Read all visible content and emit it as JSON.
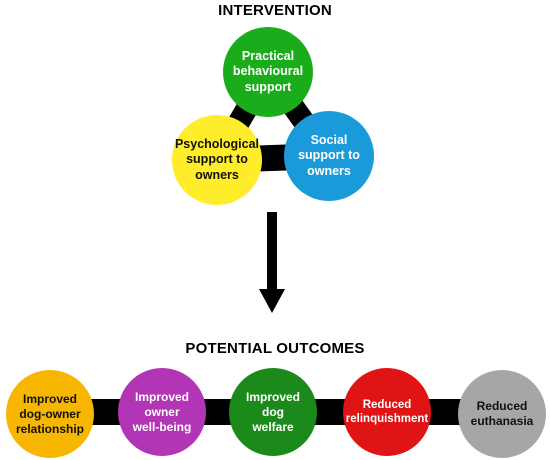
{
  "intervention": {
    "title": "INTERVENTION",
    "nodes": [
      {
        "label": "Practical\nbehavioural\nsupport",
        "color": "#1aac1a",
        "text_color": "#ffffff",
        "icon": "circle-green"
      },
      {
        "label": "Psychological\nsupport to\nowners",
        "color": "#ffec2b",
        "text_color": "#111111",
        "icon": "circle-yellow"
      },
      {
        "label": "Social\nsupport to\nowners",
        "color": "#1a9ad9",
        "text_color": "#ffffff",
        "icon": "circle-blue"
      }
    ]
  },
  "arrow": {
    "color": "#000000"
  },
  "outcomes": {
    "title": "POTENTIAL OUTCOMES",
    "nodes": [
      {
        "label": "Improved\ndog-owner\nrelationship",
        "color": "#f7b600",
        "text_color": "#111111"
      },
      {
        "label": "Improved\nowner\nwell-being",
        "color": "#b135b5",
        "text_color": "#ffffff"
      },
      {
        "label": "Improved\ndog\nwelfare",
        "color": "#1b8a1b",
        "text_color": "#ffffff"
      },
      {
        "label": "Reduced\nrelinquishment",
        "color": "#e01414",
        "text_color": "#ffffff"
      },
      {
        "label": "Reduced\neuthanasia",
        "color": "#a6a6a6",
        "text_color": "#111111"
      }
    ]
  }
}
